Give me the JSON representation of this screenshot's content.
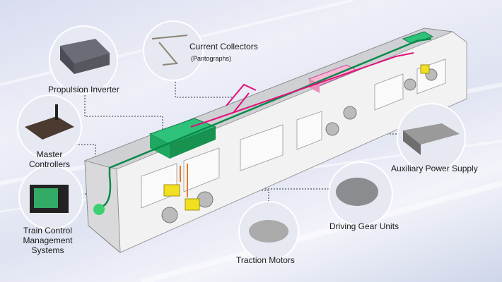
{
  "components": {
    "current_collectors": {
      "label": "Current Collectors",
      "sublabel": "(Pantographs)"
    },
    "propulsion_inverter": {
      "label": "Propulsion Inverter"
    },
    "master_controllers": {
      "label_line1": "Master",
      "label_line2": "Controllers"
    },
    "tcms": {
      "label_line1": "Train Control",
      "label_line2": "Management",
      "label_line3": "Systems"
    },
    "traction_motors": {
      "label": "Traction Motors"
    },
    "driving_gear_units": {
      "label": "Driving Gear Units"
    },
    "auxiliary_power_supply": {
      "label": "Auxiliary Power Supply"
    }
  },
  "colors": {
    "power_line": "#e0107a",
    "control_line": "#0a8a4a",
    "inverter": "#1fa860",
    "aux": "#f2a0c8",
    "motor": "#f0e020"
  }
}
